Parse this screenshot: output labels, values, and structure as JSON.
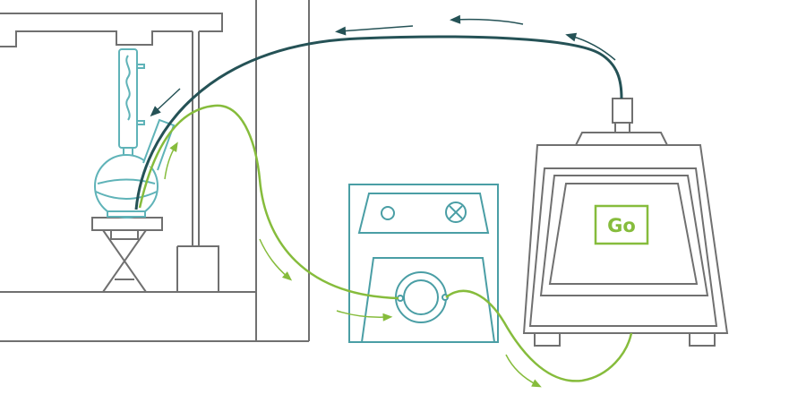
{
  "diagram": {
    "go_button_label": "Go",
    "colors": {
      "frame": "#707070",
      "glass": "#5fb3b8",
      "vacuum_line": "#255256",
      "water_line": "#86bc3c",
      "pump": "#4a9ea5"
    },
    "components": [
      {
        "id": "fume-hood",
        "icon": "fume-hood-icon"
      },
      {
        "id": "reflux-condenser",
        "icon": "condenser-icon"
      },
      {
        "id": "round-bottom-flask",
        "icon": "flask-icon"
      },
      {
        "id": "lab-jack",
        "icon": "lab-jack-icon"
      },
      {
        "id": "peristaltic-pump",
        "icon": "pump-icon"
      },
      {
        "id": "vacuum-controller",
        "icon": "vacuum-controller-icon"
      }
    ]
  }
}
